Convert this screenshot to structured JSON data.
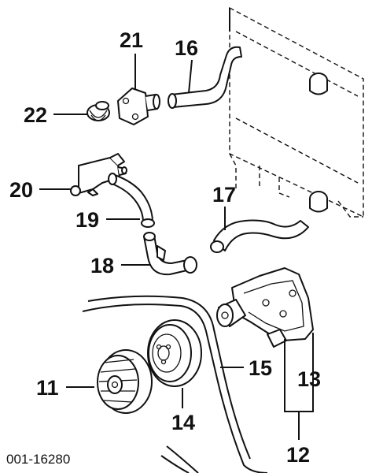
{
  "callouts": {
    "c11": "11",
    "c12": "12",
    "c13": "13",
    "c14": "14",
    "c15": "15",
    "c16": "16",
    "c17": "17",
    "c18": "18",
    "c19": "19",
    "c20": "20",
    "c21": "21",
    "c22": "22"
  },
  "doc_id": "001-16280"
}
